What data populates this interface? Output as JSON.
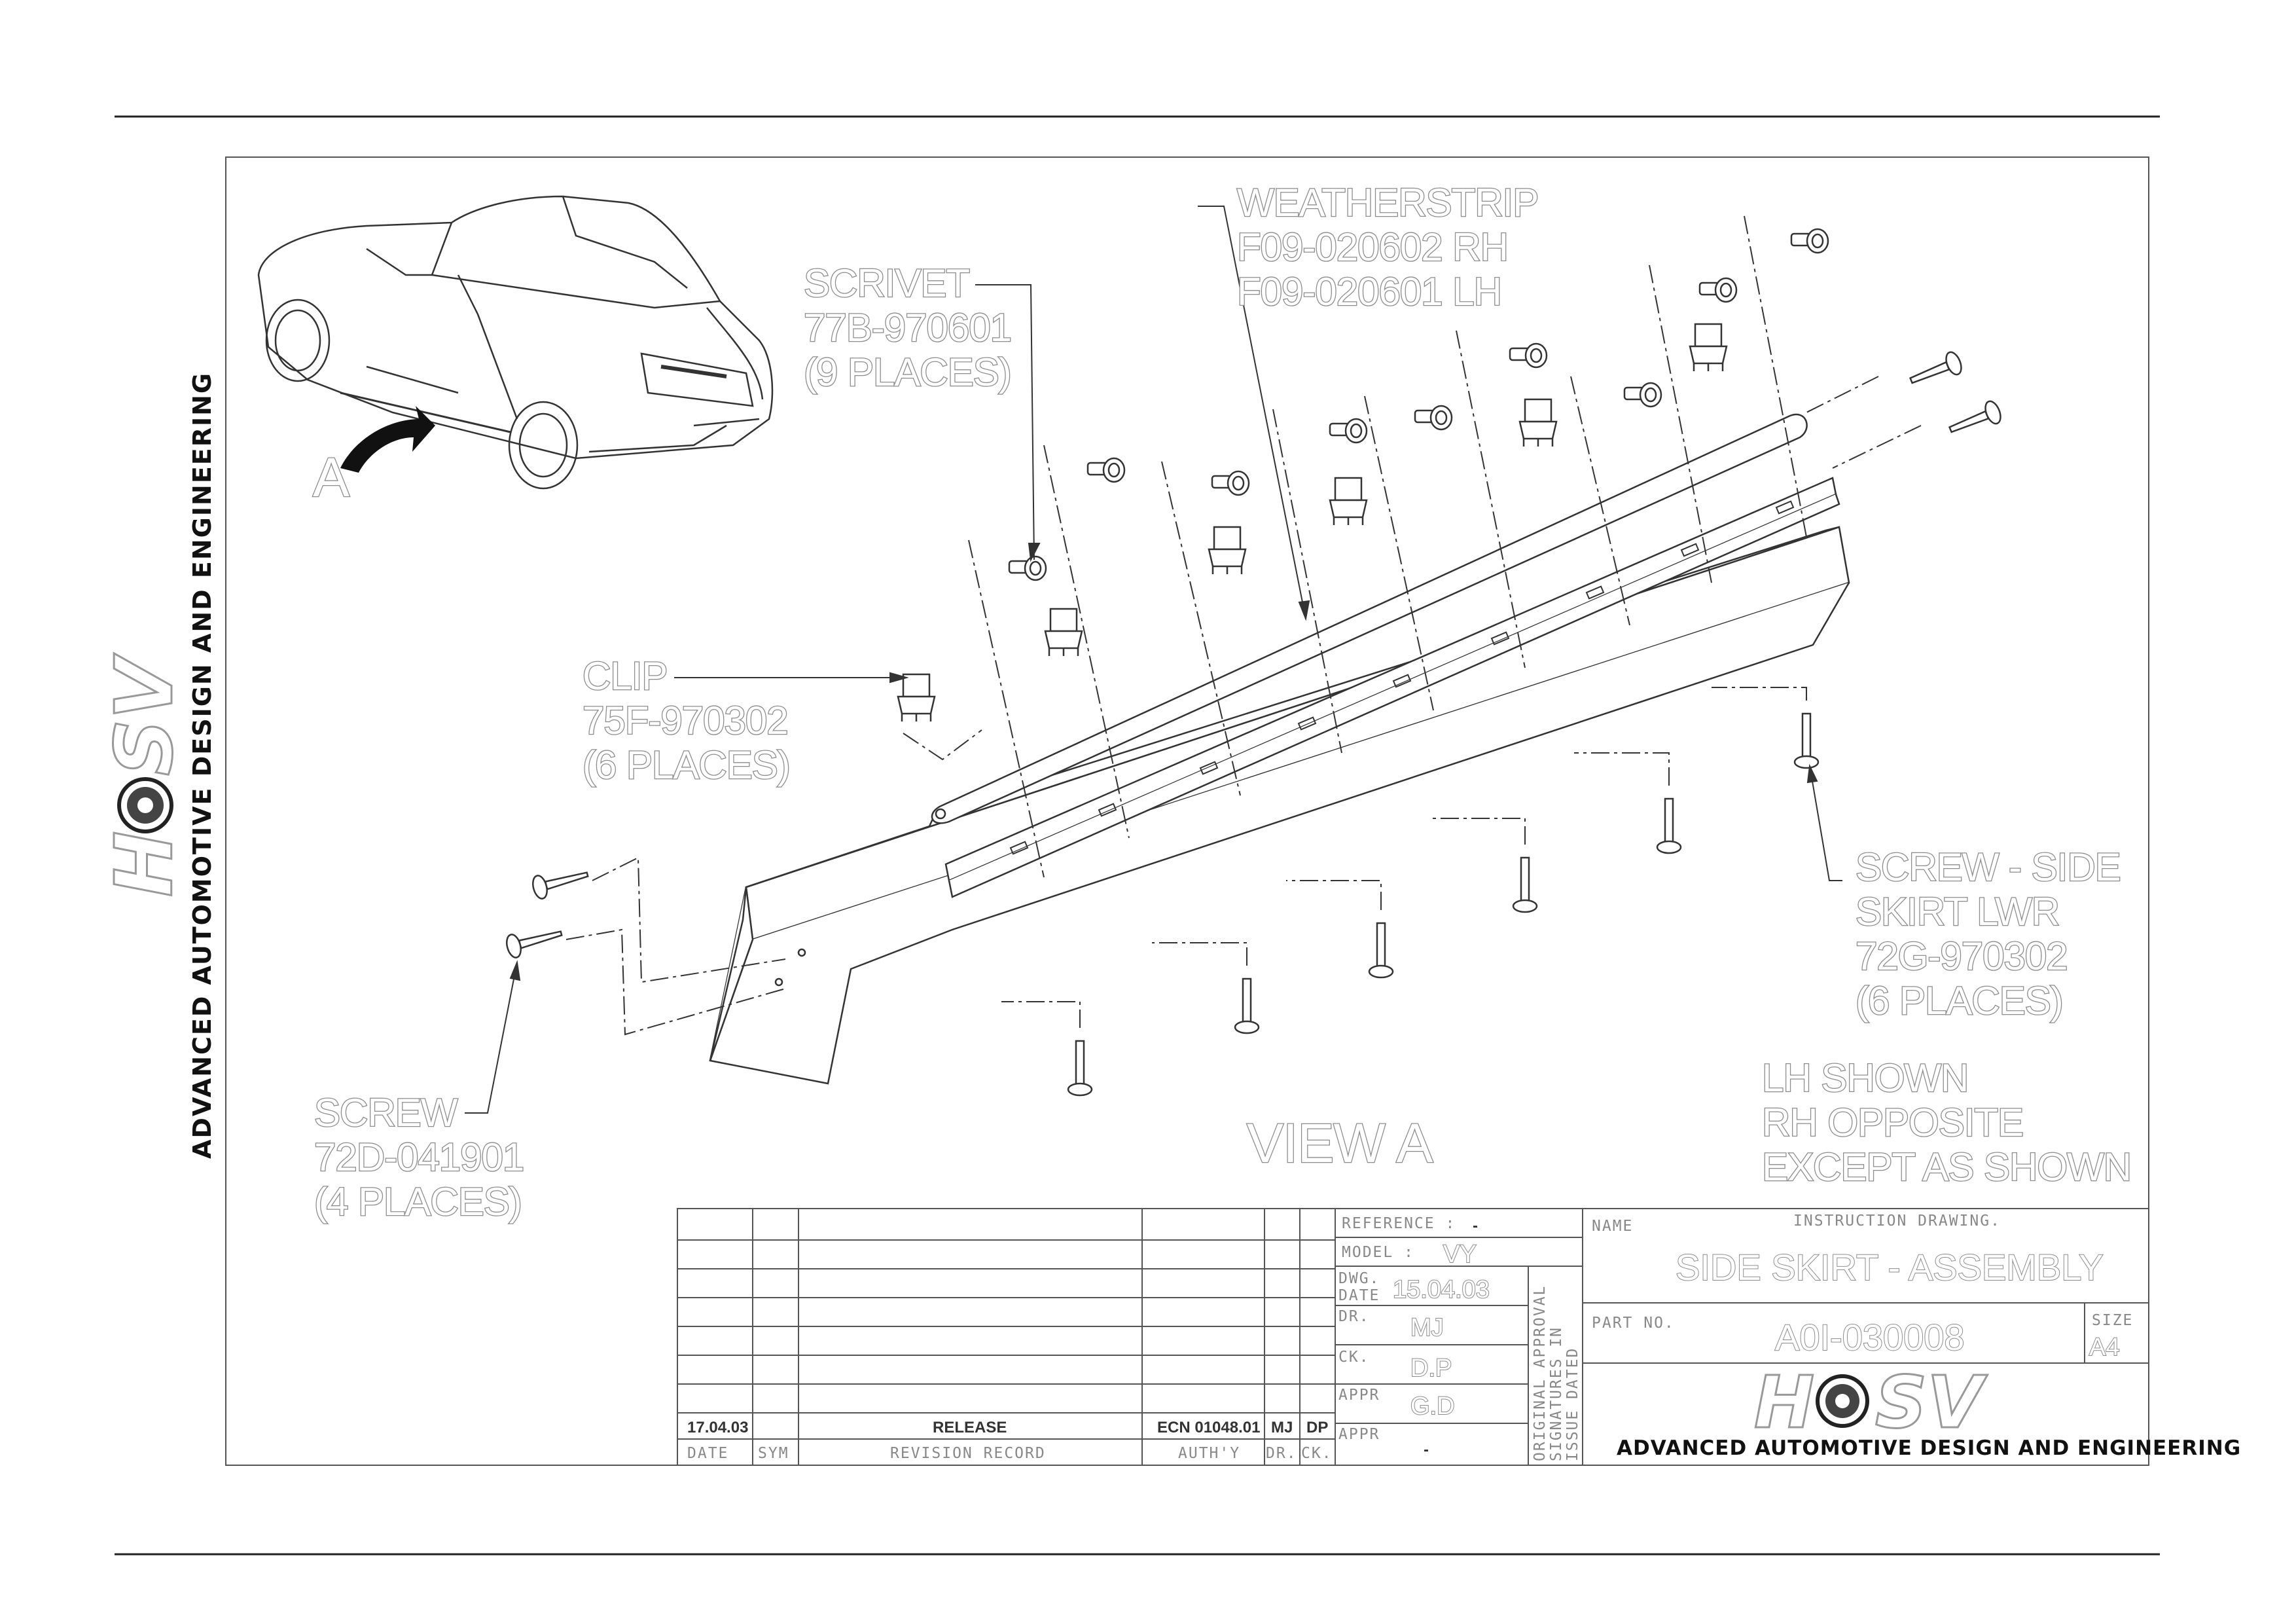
{
  "callouts": {
    "weatherstrip": [
      "WEATHERSTRIP",
      "F09-020602 RH",
      "F09-020601 LH"
    ],
    "scrivet": [
      "SCRIVET",
      "77B-970601",
      "(9 PLACES)"
    ],
    "clip": [
      "CLIP",
      "75F-970302",
      "(6 PLACES)"
    ],
    "screw_side": [
      "SCREW - SIDE",
      "SKIRT LWR",
      "72G-970302",
      "(6 PLACES)"
    ],
    "screw": [
      "SCREW",
      "72D-041901",
      "(4 PLACES)"
    ],
    "note": [
      "LH SHOWN",
      "RH OPPOSITE",
      "EXCEPT AS SHOWN"
    ],
    "view_arrow": "A",
    "view_title": "VIEW A"
  },
  "title_block": {
    "reference_label": "REFERENCE :",
    "reference_value": "-",
    "model_label": "MODEL :",
    "model_value": "VY",
    "dwg_date_label_1": "DWG.",
    "dwg_date_label_2": "DATE",
    "dwg_date_value": "15.04.03",
    "dr_label": "DR.",
    "dr_value": "MJ",
    "ck_label": "CK.",
    "ck_value": "D.P",
    "appr_label": "APPR",
    "appr_value": "G.D",
    "appr2_label": "APPR",
    "appr2_value": "-",
    "approval_note": [
      "ORIGINAL APPROVAL",
      "SIGNATURES IN",
      "ISSUE DATED"
    ],
    "name_label": "NAME",
    "instruction": "INSTRUCTION DRAWING.",
    "name_value": "SIDE SKIRT - ASSEMBLY",
    "part_no_label": "PART NO.",
    "part_no_value": "A0I-030008",
    "size_label": "SIZE",
    "size_value": "A4",
    "company": "ADVANCED AUTOMOTIVE DESIGN AND ENGINEERING",
    "revision": {
      "date": "17.04.03",
      "record": "RELEASE",
      "authy": "ECN 01048.01",
      "dr": "MJ",
      "ck": "DP"
    },
    "headers": [
      "DATE",
      "SYM",
      "REVISION RECORD",
      "AUTH'Y",
      "DR.",
      "CK."
    ]
  },
  "margin_company": "ADVANCED AUTOMOTIVE DESIGN AND ENGINEERING",
  "colors": {
    "ink": "#222222",
    "outline_text": "#8c8c8c",
    "paper": "#ffffff"
  }
}
